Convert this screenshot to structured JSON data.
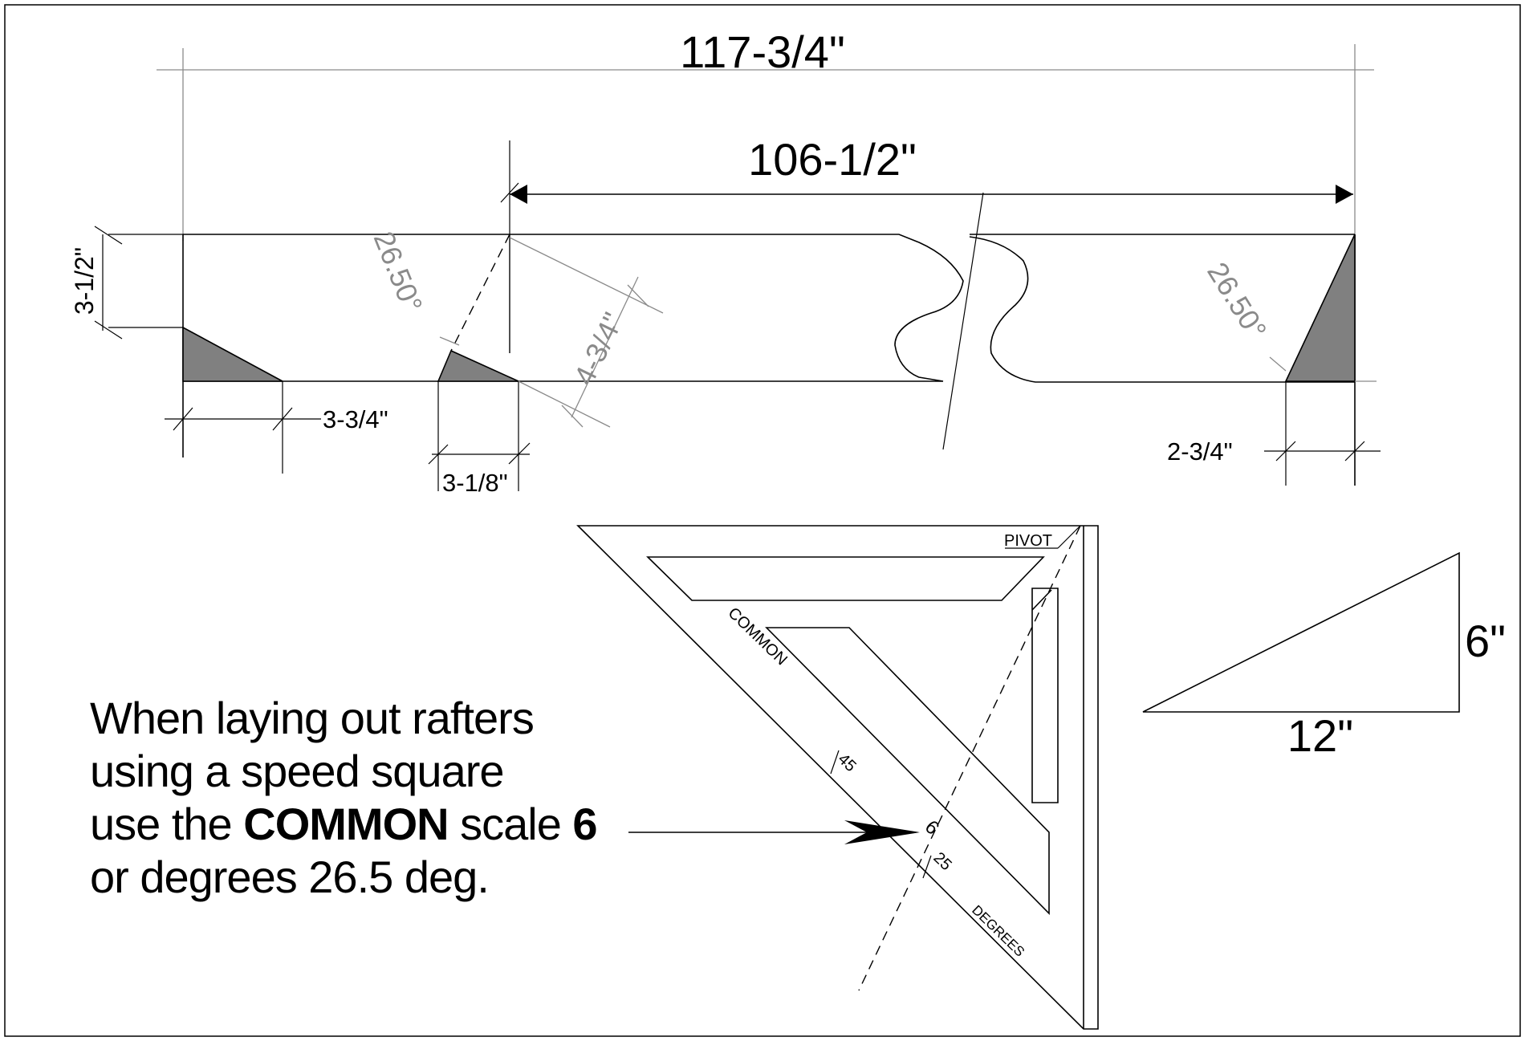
{
  "rafter": {
    "overall_length": "117-3/4\"",
    "plumb_length": "106-1/2\"",
    "depth": "3-1/2\"",
    "tail_cut": "3-3/4\"",
    "seat_width": "3-1/8\"",
    "plumb_depth": "4-3/4\"",
    "heel_offset": "2-3/4\"",
    "angle_left": "26.50°",
    "angle_right": "26.50°"
  },
  "speed_square": {
    "pivot_label": "PIVOT",
    "common_label": "COMMON",
    "degrees_label": "DEGREES",
    "mark_45": "45",
    "mark_6": "6",
    "mark_25": "25"
  },
  "pitch_triangle": {
    "rise": "6\"",
    "run": "12\""
  },
  "note": {
    "line1": "When laying out rafters",
    "line2": "using a speed square",
    "line3_a": "use the ",
    "line3_b": "COMMON",
    "line3_c": " scale ",
    "line3_d": "6",
    "line4": "or degrees 26.5 deg."
  }
}
